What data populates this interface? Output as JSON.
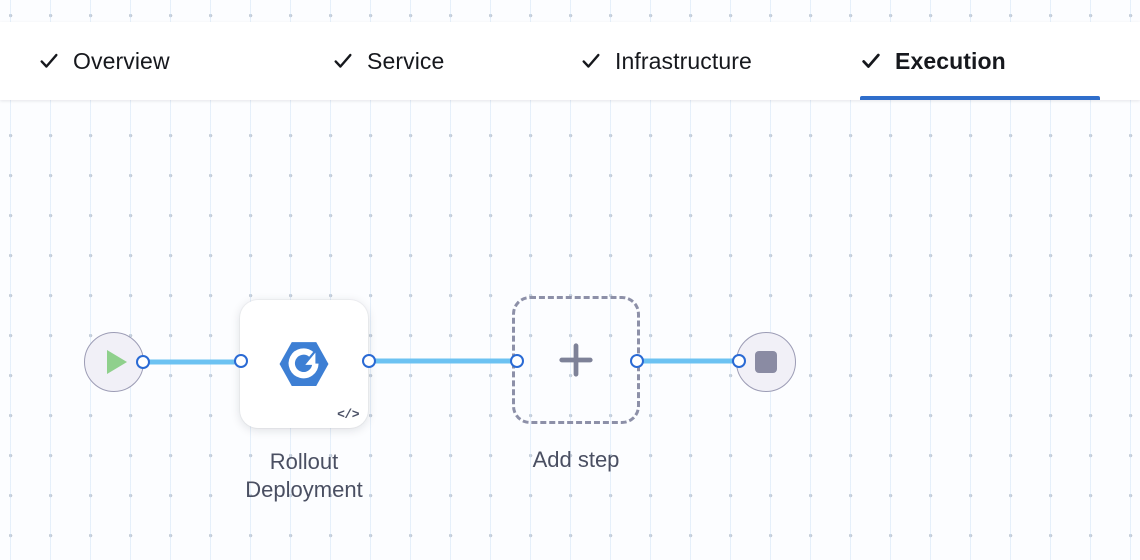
{
  "tabs": [
    {
      "id": "overview",
      "label": "Overview",
      "completed": true,
      "active": false,
      "icon": "check-icon"
    },
    {
      "id": "service",
      "label": "Service",
      "completed": true,
      "active": false,
      "icon": "check-icon"
    },
    {
      "id": "infrastructure",
      "label": "Infrastructure",
      "completed": true,
      "active": false,
      "icon": "check-icon"
    },
    {
      "id": "execution",
      "label": "Execution",
      "completed": true,
      "active": true,
      "icon": "check-icon"
    }
  ],
  "flow": {
    "start_node": {
      "icon": "play-icon",
      "label": ""
    },
    "steps": [
      {
        "id": "rollout-deployment",
        "label": "Rollout\nDeployment",
        "icon": "rollout-hexagon-icon",
        "badge": "</>"
      }
    ],
    "add_step": {
      "label": "Add step",
      "icon": "plus-icon"
    },
    "end_node": {
      "icon": "stop-icon",
      "label": ""
    }
  },
  "colors": {
    "accent": "#2f6ecb",
    "edge": "#6cc2f2",
    "handle_ring": "#2a6ad4",
    "node_icon_blue": "#3d7fd4",
    "play_green": "#8fd08c",
    "node_ring": "#9c9cb5",
    "node_fill": "#f1f0f7",
    "stop_gray": "#8a8ba3",
    "dashed_border": "#8d90a8",
    "label_text": "#4a4f62",
    "tab_text": "#16181d",
    "canvas_bg": "#fcfdff",
    "grid_dot": "#c3cbd6"
  }
}
